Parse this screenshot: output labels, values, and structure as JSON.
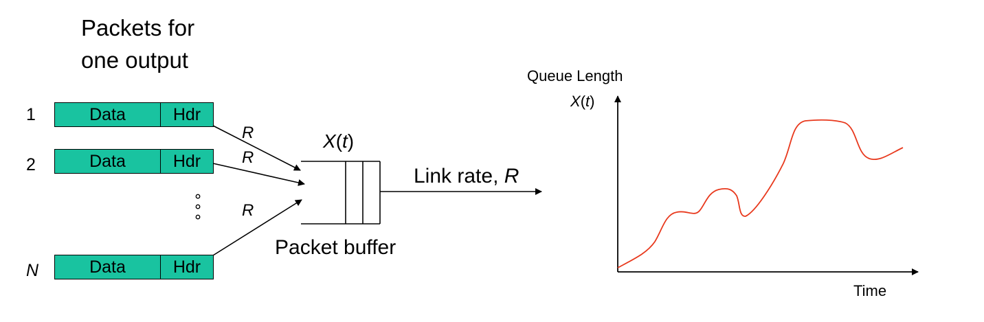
{
  "heading": {
    "line1": "Packets for",
    "line2": "one output"
  },
  "inputs": [
    {
      "index": "1",
      "data": "Data",
      "hdr": "Hdr",
      "rate": "R"
    },
    {
      "index": "2",
      "data": "Data",
      "hdr": "Hdr",
      "rate": "R"
    },
    {
      "index": "N",
      "data": "Data",
      "hdr": "Hdr",
      "rate": "R"
    }
  ],
  "ellipsis": "∘∘∘",
  "buffer": {
    "state_var": "X",
    "state_arg": "t",
    "label": "Packet buffer",
    "link_label": "Link rate, ",
    "link_rate": "R"
  },
  "graph": {
    "title": "Queue Length",
    "y_var": "X",
    "y_arg": "t",
    "x_label": "Time",
    "curve_color": "#e8381c"
  },
  "colors": {
    "packet_fill": "#19c3a0"
  }
}
